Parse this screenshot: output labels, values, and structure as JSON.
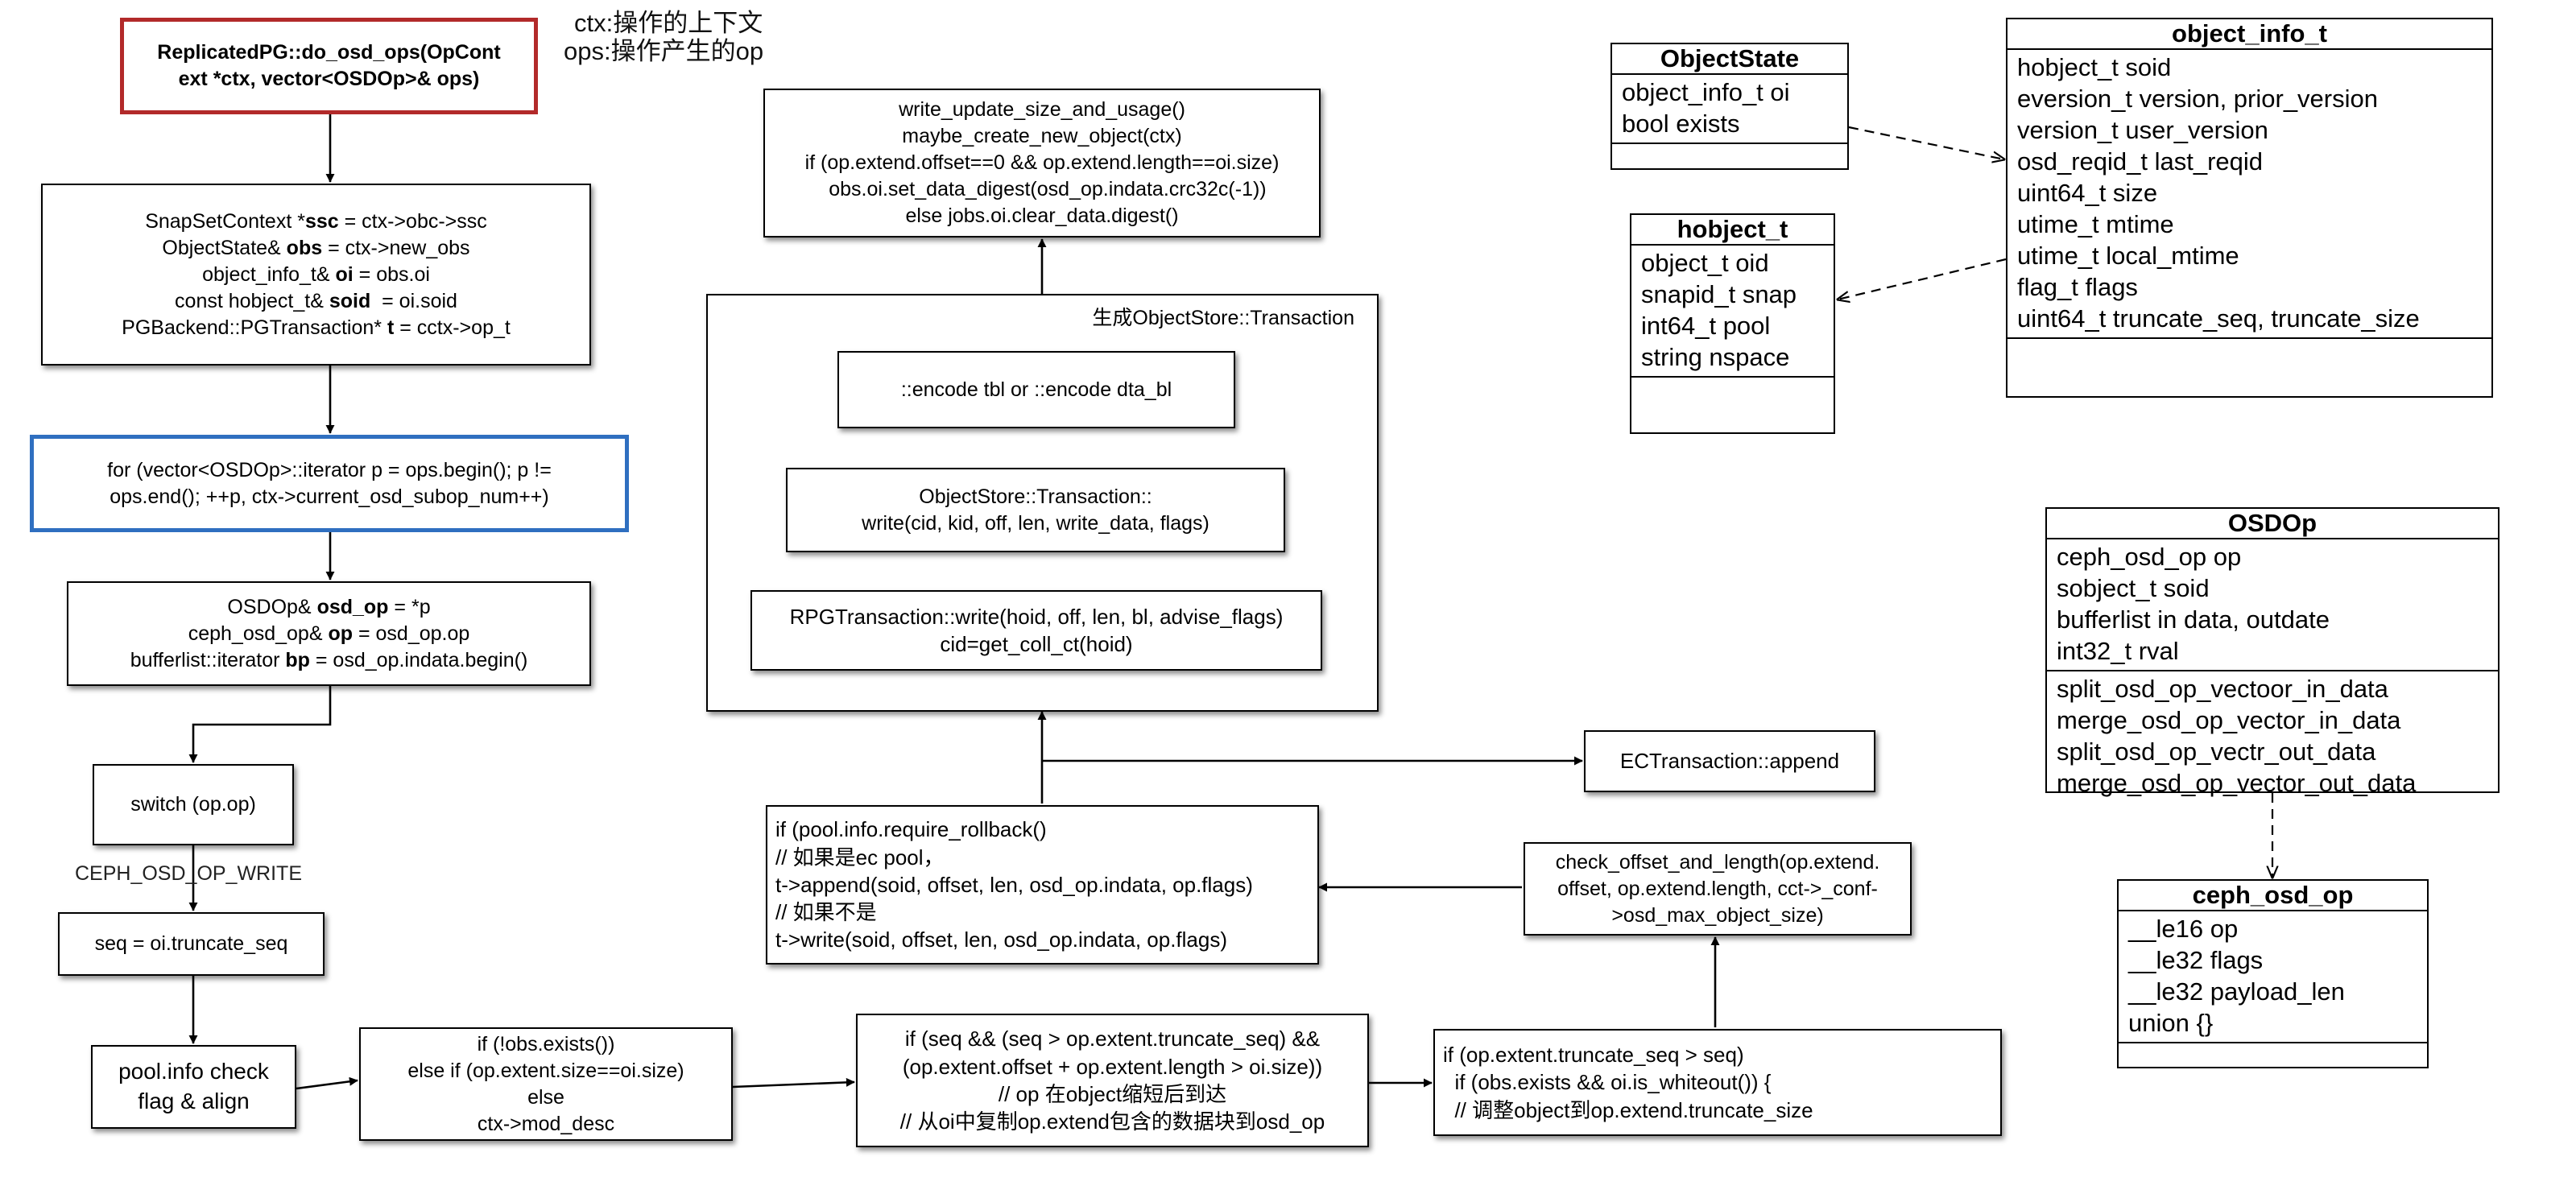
{
  "notes": {
    "ctx": "ctx:操作的上下文",
    "ops": "ops:操作产生的op"
  },
  "labels": {
    "case_write": "CEPH_OSD_OP_WRITE"
  },
  "flow": {
    "entry": [
      "ReplicatedPG::do_osd_ops(OpCont",
      "ext *ctx, vector<OSDOp>& ops)"
    ],
    "context": [
      [
        "SnapSetContext *",
        "ssc",
        " = ctx->obc->ssc"
      ],
      [
        "ObjectState& ",
        "obs",
        " = ctx->new_obs"
      ],
      [
        "object_info_t& ",
        "oi",
        " = obs.oi"
      ],
      [
        "const hobject_t& ",
        "soid",
        "  = oi.soid"
      ],
      [
        "PGBackend::PGTransaction* ",
        "t",
        " = cctx->op_t"
      ]
    ],
    "loop": [
      "for (vector<OSDOp>::iterator p = ops.begin(); p !=",
      "ops.end(); ++p, ctx->current_osd_subop_num++)"
    ],
    "osdop": [
      [
        "OSDOp& ",
        "osd_op",
        " = *p"
      ],
      [
        "ceph_osd_op& ",
        "op",
        " = osd_op.op"
      ],
      [
        "bufferlist::iterator ",
        "bp",
        " = osd_op.indata.begin()"
      ]
    ],
    "switch": "switch (op.op)",
    "seq": "seq = oi.truncate_seq",
    "check_flag": [
      "pool.info check",
      "flag & align"
    ],
    "exists": [
      "if (!obs.exists())",
      "else if (op.extent.size==oi.size)",
      "else",
      "ctx->mod_desc"
    ],
    "seq_cmp": [
      "if (seq && (seq > op.extent.truncate_seq) &&",
      "(op.extent.offset + op.extent.length > oi.size))",
      "// op 在object缩短后到达",
      "// 从oi中复制op.extend包含的数据块到osd_op"
    ],
    "truncate": [
      "if (op.extent.truncate_seq > seq)",
      "  if (obs.exists && oi.is_whiteout()) {",
      "  // 调整object到op.extend.truncate_size"
    ],
    "check_offset": [
      "check_offset_and_length(op.extend.",
      "offset, op.extend.length, cct->_conf-",
      ">osd_max_object_size)"
    ],
    "rollback": [
      "if (pool.info.require_rollback()",
      "// 如果是ec pool，",
      "t->append(soid, offset, len, osd_op.indata, op.flags)",
      "// 如果不是",
      "t->write(soid, offset, len, osd_op.indata, op.flags)"
    ],
    "ec_append": "ECTransaction::append",
    "transaction_title": "生成ObjectStore::Transaction",
    "encode": "::encode tbl or ::encode dta_bl",
    "os_write": [
      "ObjectStore::Transaction::",
      "write(cid, kid, off, len, write_data, flags)"
    ],
    "rpg_write": [
      "RPGTransaction::write(hoid, off, len, bl, advise_flags)",
      "cid=get_coll_ct(hoid)"
    ],
    "update": [
      "write_update_size_and_usage()",
      "maybe_create_new_object(ctx)",
      "if (op.extend.offset==0 && op.extend.length==oi.size)",
      "  obs.oi.set_data_digest(osd_op.indata.crc32c(-1))",
      "else jobs.oi.clear_data.digest()"
    ]
  },
  "classes": {
    "object_state": {
      "name": "ObjectState",
      "fields": [
        "object_info_t oi",
        "bool exists"
      ]
    },
    "hobject": {
      "name": "hobject_t",
      "fields": [
        "object_t oid",
        "snapid_t snap",
        "",
        "int64_t pool",
        "string nspace"
      ]
    },
    "object_info": {
      "name": "object_info_t",
      "fields": [
        "hobject_t soid",
        "eversion_t version, prior_version",
        "version_t user_version",
        "osd_reqid_t last_reqid",
        "uint64_t size",
        "utime_t mtime",
        "utime_t local_mtime",
        "flag_t flags",
        "",
        "uint64_t truncate_seq, truncate_size"
      ]
    },
    "osdop": {
      "name": "OSDOp",
      "fields": [
        "ceph_osd_op op",
        "sobject_t soid",
        "bufferlist in data, outdate",
        "int32_t rval"
      ],
      "methods": [
        "split_osd_op_vectoor_in_data",
        "merge_osd_op_vector_in_data",
        "split_osd_op_vectr_out_data",
        "merge_osd_op_vector_out_data"
      ]
    },
    "ceph_osd_op": {
      "name": "ceph_osd_op",
      "fields": [
        "__le16 op",
        "__le32 flags",
        "__le32 payload_len",
        "union {}"
      ]
    }
  }
}
